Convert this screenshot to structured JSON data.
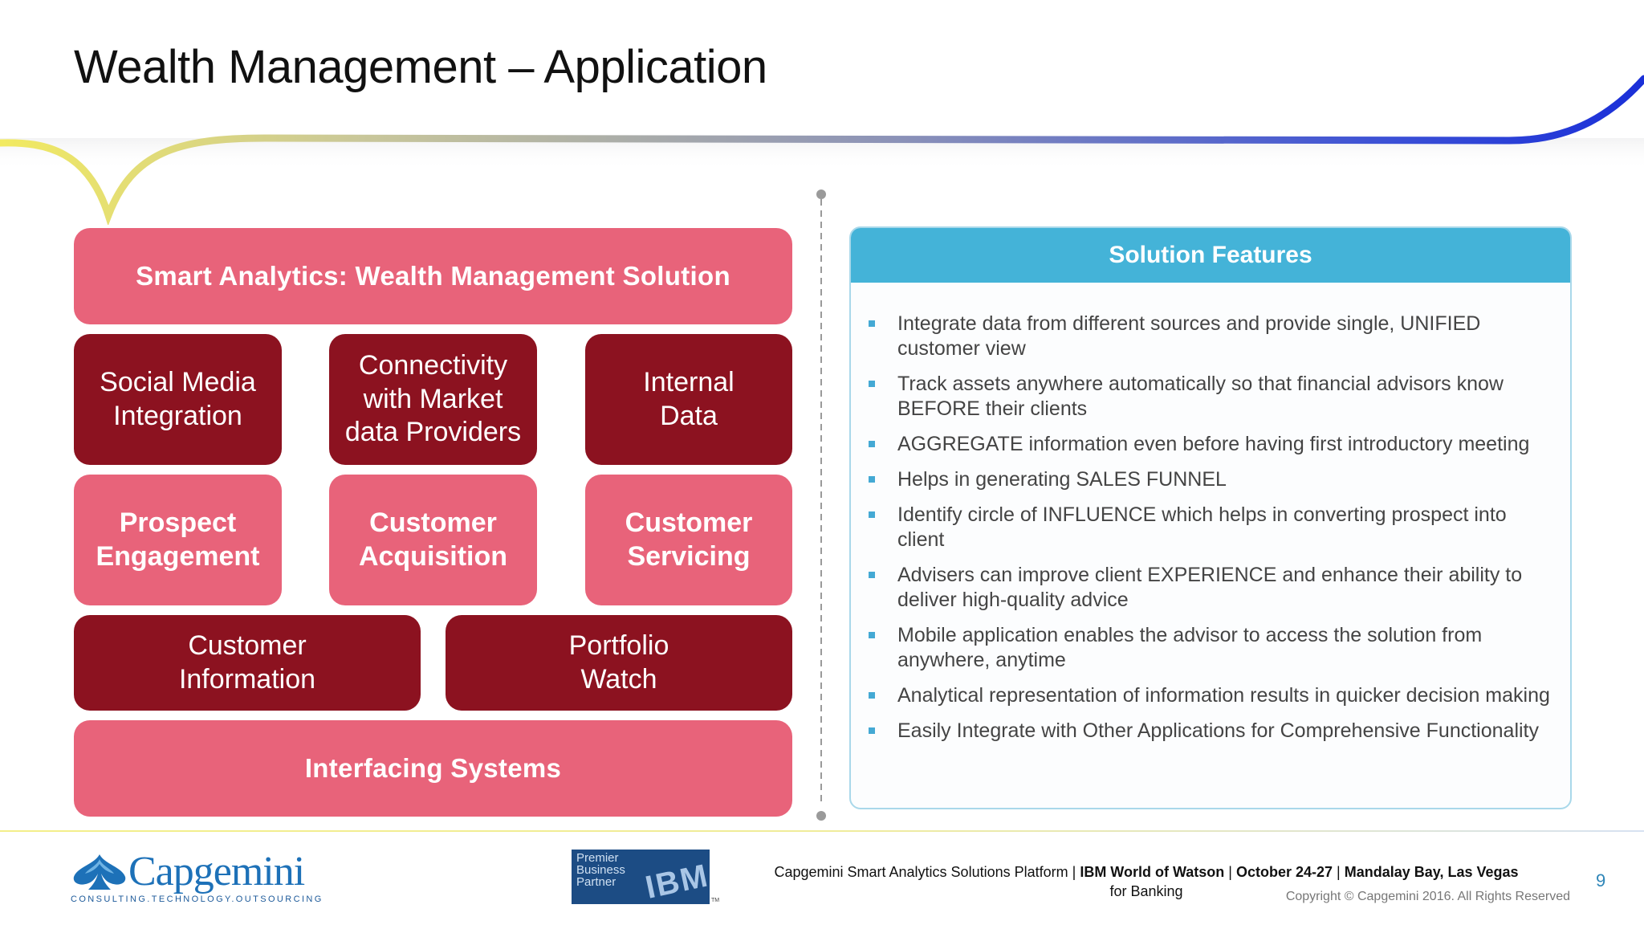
{
  "slide": {
    "title": "Wealth Management – Application",
    "page_number": "9"
  },
  "diagram": {
    "header": "Smart Analytics: Wealth Management Solution",
    "row1": [
      {
        "lines": [
          "Social Media",
          "Integration"
        ]
      },
      {
        "lines": [
          "Connectivity",
          "with Market",
          "data Providers"
        ]
      },
      {
        "lines": [
          "Internal",
          "Data"
        ]
      }
    ],
    "row2": [
      {
        "lines": [
          "Prospect",
          "Engagement"
        ]
      },
      {
        "lines": [
          "Customer",
          "Acquisition"
        ]
      },
      {
        "lines": [
          "Customer",
          "Servicing"
        ]
      }
    ],
    "row3": [
      {
        "lines": [
          "Customer",
          "Information"
        ]
      },
      {
        "lines": [
          "Portfolio",
          "Watch"
        ]
      }
    ],
    "footer": "Interfacing Systems"
  },
  "features": {
    "title": "Solution Features",
    "items": [
      "Integrate data from different sources and provide single, UNIFIED customer view",
      "Track assets anywhere automatically so that financial advisors know BEFORE their clients",
      "AGGREGATE information even before having first introductory meeting",
      "Helps in generating SALES FUNNEL",
      "Identify circle of INFLUENCE which helps in converting prospect into client",
      "Advisers can improve client EXPERIENCE and enhance their ability to deliver high-quality advice",
      "Mobile application enables the advisor to access the solution from anywhere, anytime",
      "Analytical representation of information results in quicker decision making",
      "Easily Integrate with Other Applications for Comprehensive Functionality"
    ]
  },
  "footer": {
    "capgemini_wordmark": "Capgemini",
    "capgemini_tagline": "CONSULTING.TECHNOLOGY.OUTSOURCING",
    "ibm_badge_lines": [
      "Premier",
      "Business",
      "Partner"
    ],
    "ibm_logo": "IBM",
    "ibm_tm": "TM",
    "event_part1": "Capgemini Smart Analytics Solutions Platform | ",
    "event_part2": "IBM World of Watson",
    "event_sep1": " | ",
    "event_part3": "October 24-27",
    "event_sep2": " | ",
    "event_part4": "Mandalay Bay, Las Vegas",
    "event_line2": "for Banking",
    "copyright": "Copyright © Capgemini 2016. All Rights Reserved"
  },
  "colors": {
    "pink_box": "#e8637a",
    "dark_box": "#8c1220",
    "feature_header": "#44b3d8",
    "swoosh_start": "#f0e85a",
    "swoosh_end": "#1a2fd8"
  }
}
